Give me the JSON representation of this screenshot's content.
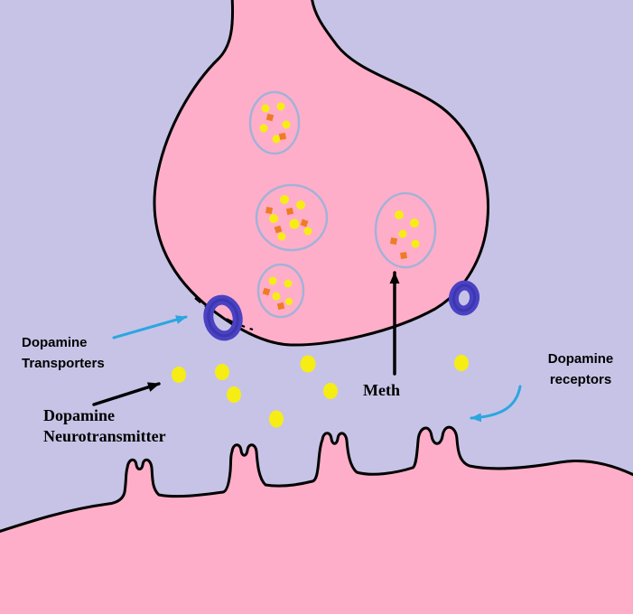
{
  "diagram": {
    "type": "synapse-illustration",
    "subject": "Effect of meth at a dopamine synapse",
    "colors": {
      "background": "#c7c3e6",
      "neuron_fill": "#ffaec9",
      "outline": "#000000",
      "vesicle_stroke": "#a3b2d8",
      "dopamine_yellow": "#f6ed14",
      "meth_orange": "#ef7c25",
      "transporter_blue": "#4a42c2",
      "arrow_blue": "#2ba6e0"
    },
    "labels": {
      "transporters": {
        "line1": "Dopamine",
        "line2": "Transporters"
      },
      "neurotransmitter": {
        "line1": "Dopamine",
        "line2": "Neurotransmitter"
      },
      "meth": "Meth",
      "receptors": {
        "line1": "Dopamine",
        "line2": "receptors"
      }
    },
    "counts": {
      "synaptic_vesicles": 4,
      "cleft_dopamine_molecules": 7,
      "transporters": 2
    }
  }
}
